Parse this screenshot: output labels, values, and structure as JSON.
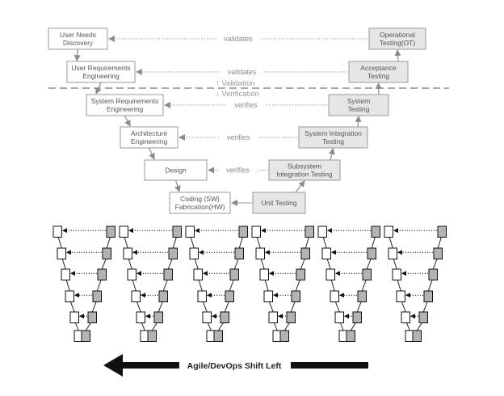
{
  "left_boxes": [
    {
      "lines": [
        "User Needs",
        "Discovery"
      ]
    },
    {
      "lines": [
        "User Requirements",
        "Engineering"
      ]
    },
    {
      "lines": [
        "System Requirements",
        "Engineering"
      ]
    },
    {
      "lines": [
        "Architecture",
        "Engineering"
      ]
    },
    {
      "lines": [
        "Design"
      ]
    },
    {
      "lines": [
        "Coding (SW)",
        "Fabrication(HW)"
      ]
    }
  ],
  "right_boxes": [
    {
      "lines": [
        "Operational",
        "Testing(OT)"
      ]
    },
    {
      "lines": [
        "Acceptance",
        "Testing"
      ]
    },
    {
      "lines": [
        "System",
        "Testing"
      ]
    },
    {
      "lines": [
        "System Integration",
        "Testing"
      ]
    },
    {
      "lines": [
        "Subsystem",
        "Integration Testing"
      ]
    },
    {
      "lines": [
        "Unit Testing"
      ]
    }
  ],
  "connector_labels": [
    "validates",
    "validates",
    "verifies",
    "verifies",
    "verifies"
  ],
  "divider": {
    "validation": "Validation",
    "verification": "Verification",
    "up_arrow": "↑",
    "down_arrow": "↓"
  },
  "mini_v_count": 6,
  "shift_arrow": {
    "label": "Agile/DevOps Shift Left"
  },
  "colors": {
    "left_fill": "#ffffff",
    "right_fill": "#e6e6e6",
    "mini_right_fill": "#b3b3b3",
    "stroke": "#9a9a9a",
    "arrow": "#111111"
  }
}
